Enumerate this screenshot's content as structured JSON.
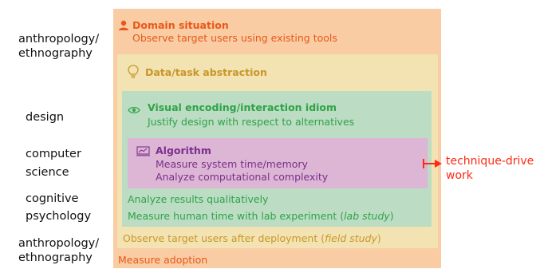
{
  "left_labels": [
    [
      "anthropology/",
      "ethnography"
    ],
    [
      "design"
    ],
    [
      "computer",
      "science"
    ],
    [
      "cognitive",
      "psychology"
    ],
    [
      "anthropology/",
      "ethnography"
    ]
  ],
  "domain": {
    "title": "Domain situation",
    "line1": "Observe target users using existing tools",
    "footer": "Measure adoption",
    "icon": "person-icon",
    "color": "#e8581a"
  },
  "data": {
    "title": "Data/task abstraction",
    "footer_pre": "Observe target users after deployment (",
    "footer_em": "field study",
    "footer_post": ")",
    "icon": "lightbulb-icon",
    "color": "#c9962a"
  },
  "encoding": {
    "title": "Visual encoding/interaction idiom",
    "line1": "Justify design with respect to alternatives",
    "footer1": "Analyze results qualitatively",
    "footer2_pre": "Measure human time with lab experiment (",
    "footer2_em": "lab study",
    "footer2_post": ")",
    "icon": "eye-icon",
    "color": "#2ea447"
  },
  "algorithm": {
    "title": "Algorithm",
    "line1": "Measure system time/memory",
    "line2": "Analyze computational complexity",
    "icon": "chart-icon",
    "color": "#7b2f8e"
  },
  "technique": {
    "line1": "technique-drive",
    "line2": "work",
    "color": "#ff2a14"
  }
}
